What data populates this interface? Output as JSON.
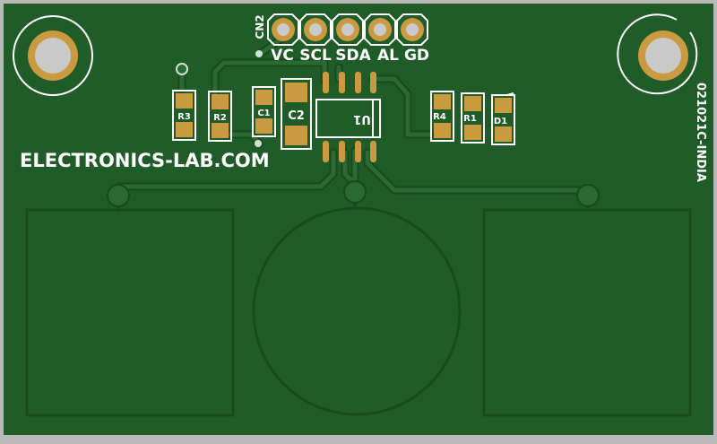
{
  "board": {
    "colors": {
      "background": "#b9b9b9",
      "substrate": "#1f5c27",
      "trace": "#2c6a33",
      "trace_outline": "#184a1f",
      "pad": "#c99a40",
      "silkscreen": "#ffffff",
      "hole": "#c9c9c9"
    },
    "silkscreen_text": {
      "brand": "ELECTRONICS-LAB.COM",
      "part_no": "021021C-INDIA"
    },
    "connector": {
      "ref": "CN2",
      "pin_labels": [
        "VC",
        "SCL",
        "SDA",
        "AL",
        "GD"
      ]
    },
    "components": {
      "r3": "R3",
      "r2": "R2",
      "c1": "C1",
      "c2": "C2",
      "u1": "U1",
      "r4": "R4",
      "r1": "R1",
      "d1": "D1"
    }
  }
}
